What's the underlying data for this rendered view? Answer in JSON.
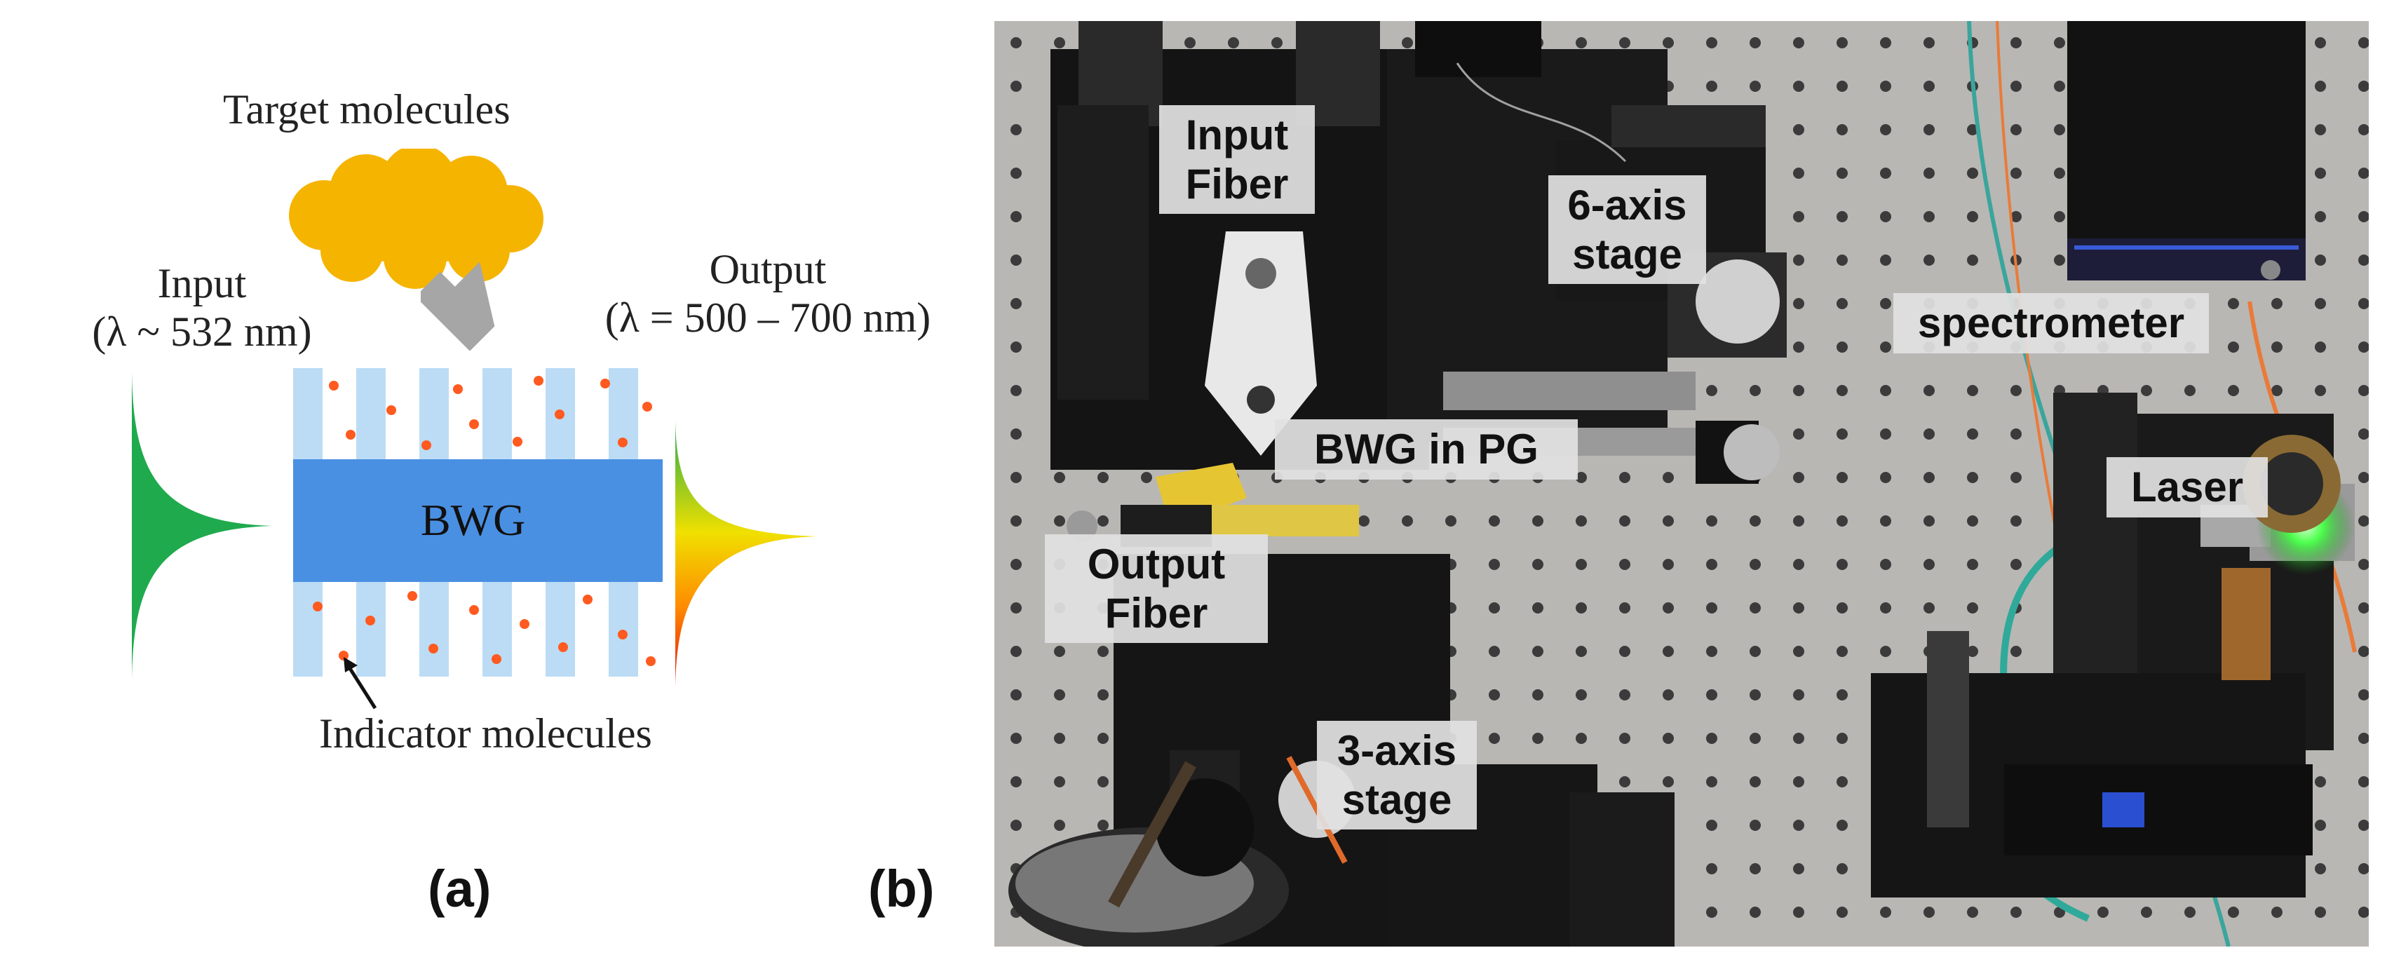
{
  "panel_a": {
    "label": "(a)",
    "target_label": "Target molecules",
    "input_label": "Input",
    "input_wavelength": "(λ ~ 532 nm)",
    "output_label": "Output",
    "output_wavelength": "(λ = 500 – 700 nm)",
    "waveguide_label": "BWG",
    "indicator_label": "Indicator molecules",
    "colors": {
      "waveguide": "#4a90e2",
      "grating": "#bcdcf5",
      "cloud": "#f5b400",
      "input_pulse": "#1faa4e",
      "molecule": "#ff5a1f",
      "arrow": "#a6a6a6"
    }
  },
  "panel_b": {
    "label": "(b)",
    "callouts": {
      "input_fiber": "Input\nFiber",
      "six_axis": "6-axis\nstage",
      "spectrometer": "spectrometer",
      "bwg_pg": "BWG in PG",
      "laser": "Laser",
      "output_fiber": "Output\nFiber",
      "three_axis": "3-axis\nstage"
    }
  }
}
